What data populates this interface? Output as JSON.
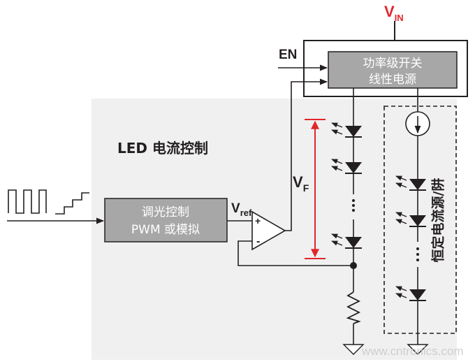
{
  "vin": {
    "main": "V",
    "sub": "IN",
    "color": "#e0262b"
  },
  "en_label": "EN",
  "power_stage": {
    "line1": "功率级开关",
    "line2": "线性电源"
  },
  "led_control_title": "LED 电流控制",
  "dimming": {
    "line1": "调光控制",
    "line2": "PWM 或模拟"
  },
  "vref": {
    "main": "V",
    "sub": "ref"
  },
  "vf": {
    "main": "V",
    "sub": "F"
  },
  "opamp": {
    "plus": "+",
    "minus": "-"
  },
  "constant_current_label": "恒定电流源/阱",
  "watermark": "www.cntronics.com",
  "colors": {
    "panel": "#f0f0f0",
    "box": "#a7a7a7",
    "red": "#e0262b",
    "stroke": "#231f20"
  }
}
